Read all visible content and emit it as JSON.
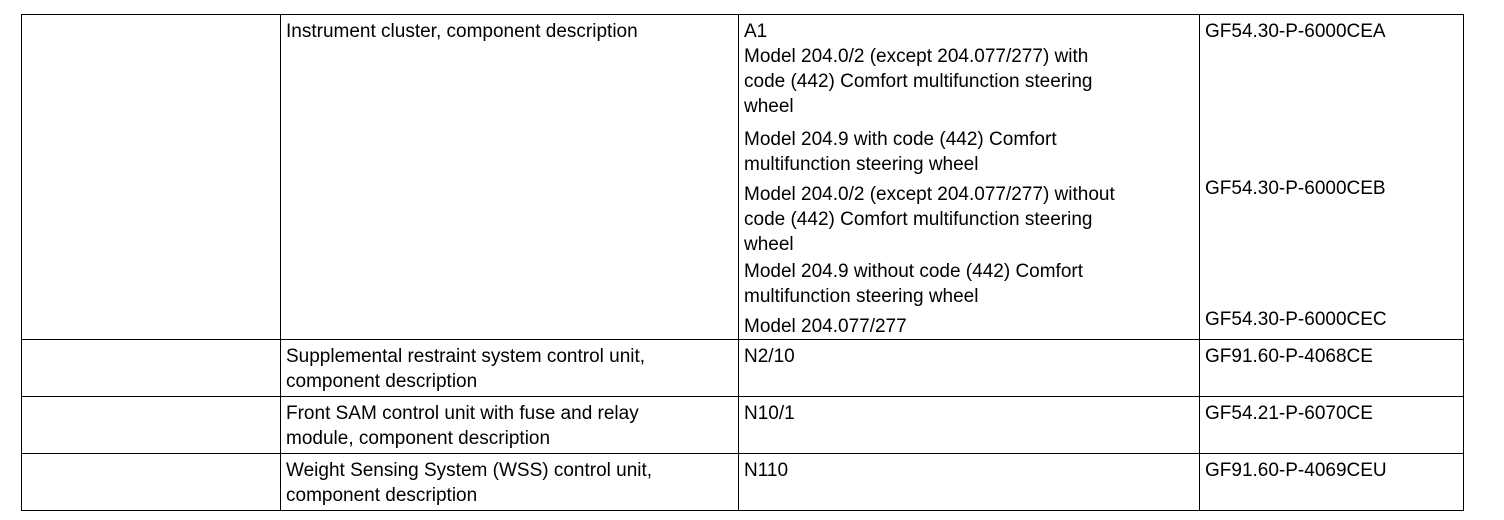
{
  "rows": [
    {
      "component": "Instrument cluster, component description",
      "designation_lines": {
        "label": "A1",
        "variant1": [
          "Model 204.0/2 (except 204.077/277) with",
          "code (442) Comfort multifunction steering",
          "wheel"
        ],
        "variant2": [
          "Model 204.9 with code (442) Comfort",
          "multifunction steering wheel"
        ],
        "variant3": [
          "Model 204.0/2 (except 204.077/277) without",
          "code (442) Comfort multifunction steering",
          "wheel"
        ],
        "variant4": [
          "Model 204.9 without code (442) Comfort",
          "multifunction steering wheel"
        ],
        "variant5": "Model 204.077/277"
      },
      "docs": [
        "GF54.30-P-6000CEA",
        "GF54.30-P-6000CEB",
        "GF54.30-P-6000CEC"
      ]
    },
    {
      "component": [
        "Supplemental restraint system control unit,",
        "component description"
      ],
      "designation": "N2/10",
      "doc": "GF91.60-P-4068CE"
    },
    {
      "component": [
        "Front SAM control unit with fuse and relay",
        "module, component description"
      ],
      "designation": "N10/1",
      "doc": "GF54.21-P-6070CE"
    },
    {
      "component": [
        "Weight Sensing System (WSS) control unit,",
        "component description"
      ],
      "designation": "N110",
      "doc": "GF91.60-P-4069CEU"
    }
  ]
}
